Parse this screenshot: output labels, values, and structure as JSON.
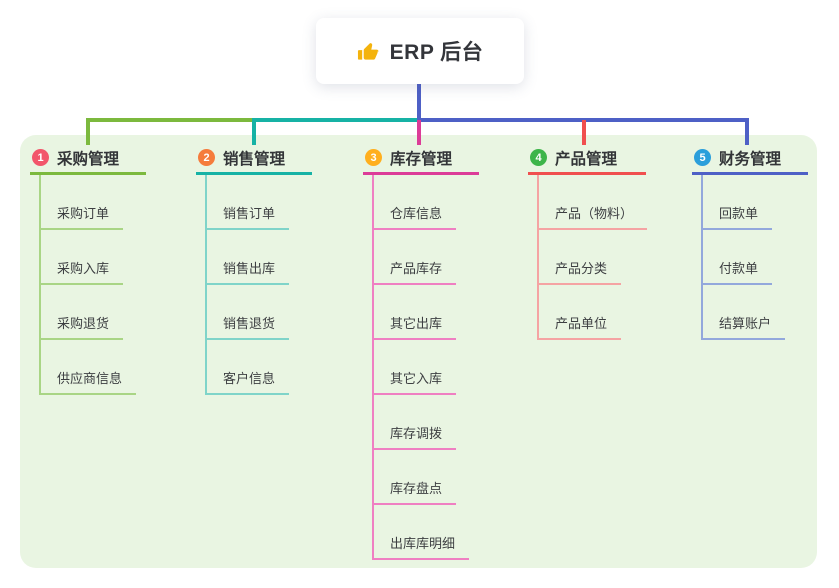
{
  "root": {
    "title": "ERP 后台",
    "icon": "thumbs-up",
    "icon_color": "#F4B30D",
    "stem_color": "#4E60C6"
  },
  "colors": {
    "canvas_bg": "#ffffff",
    "panel_bg": "#E9F5E2",
    "header_text": "#333538",
    "item_text": "#3d3f42"
  },
  "branches": [
    {
      "index": "1",
      "title": "采购管理",
      "badge_color": "#F2566B",
      "line_color": "#7CB93E",
      "sub_color": "#A9D585",
      "items": [
        "采购订单",
        "采购入库",
        "采购退货",
        "供应商信息"
      ]
    },
    {
      "index": "2",
      "title": "销售管理",
      "badge_color": "#F57C3C",
      "line_color": "#16B2A5",
      "sub_color": "#7FD4C9",
      "items": [
        "销售订单",
        "销售出库",
        "销售退货",
        "客户信息"
      ]
    },
    {
      "index": "3",
      "title": "库存管理",
      "badge_color": "#FFAF1E",
      "line_color": "#DC3C98",
      "sub_color": "#EF7FC2",
      "items": [
        "仓库信息",
        "产品库存",
        "其它出库",
        "其它入库",
        "库存调拨",
        "库存盘点",
        "出库库明细"
      ]
    },
    {
      "index": "4",
      "title": "产品管理",
      "badge_color": "#3DB54A",
      "line_color": "#F04F4F",
      "sub_color": "#F5A3A3",
      "items": [
        "产品（物料）",
        "产品分类",
        "产品单位"
      ]
    },
    {
      "index": "5",
      "title": "财务管理",
      "badge_color": "#2B9FDB",
      "line_color": "#4E60C6",
      "sub_color": "#93A8DC",
      "items": [
        "回款单",
        "付款单",
        "结算账户"
      ]
    }
  ]
}
